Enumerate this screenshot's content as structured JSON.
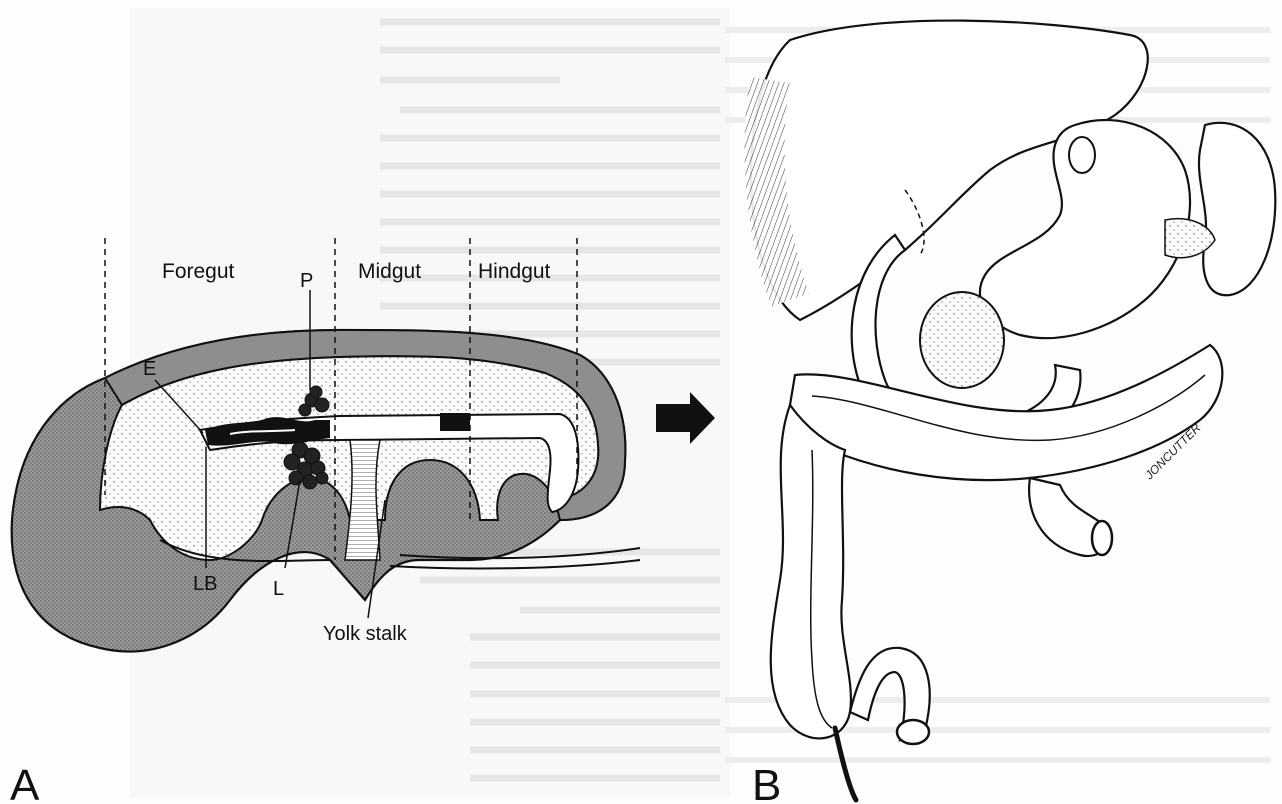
{
  "panel_a": {
    "panel_letter": "A",
    "regions": {
      "foregut": "Foregut",
      "midgut": "Midgut",
      "hindgut": "Hindgut"
    },
    "structures": {
      "e": "E",
      "p": "P",
      "lb": "LB",
      "l": "L",
      "yolk_stalk": "Yolk stalk"
    }
  },
  "panel_b": {
    "panel_letter": "B",
    "signature": "JONCUTTER"
  },
  "colors": {
    "ink": "#111111",
    "shade": "#8d8d8d",
    "light_shade": "#cfcfcf",
    "paper": "#fdfdfc"
  }
}
